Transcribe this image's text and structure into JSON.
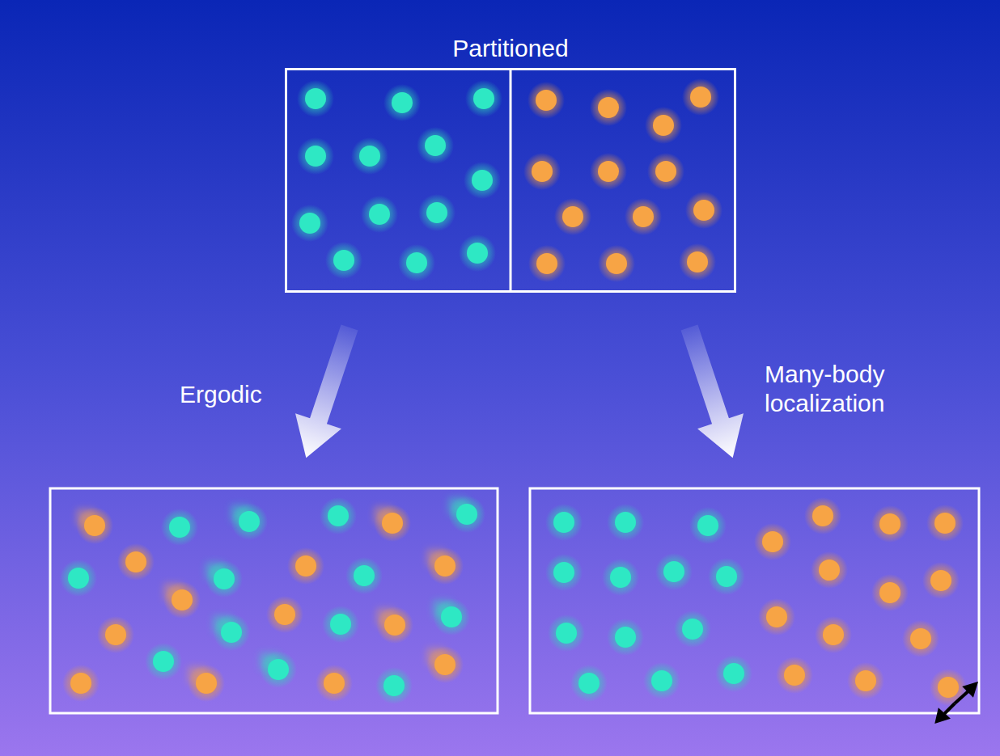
{
  "diagram": {
    "nodes": [
      {
        "text": [
          "Partitioned"
        ]
      }
    ],
    "labels": [
      "Ergodic",
      "Many-body localization"
    ]
  }
}
